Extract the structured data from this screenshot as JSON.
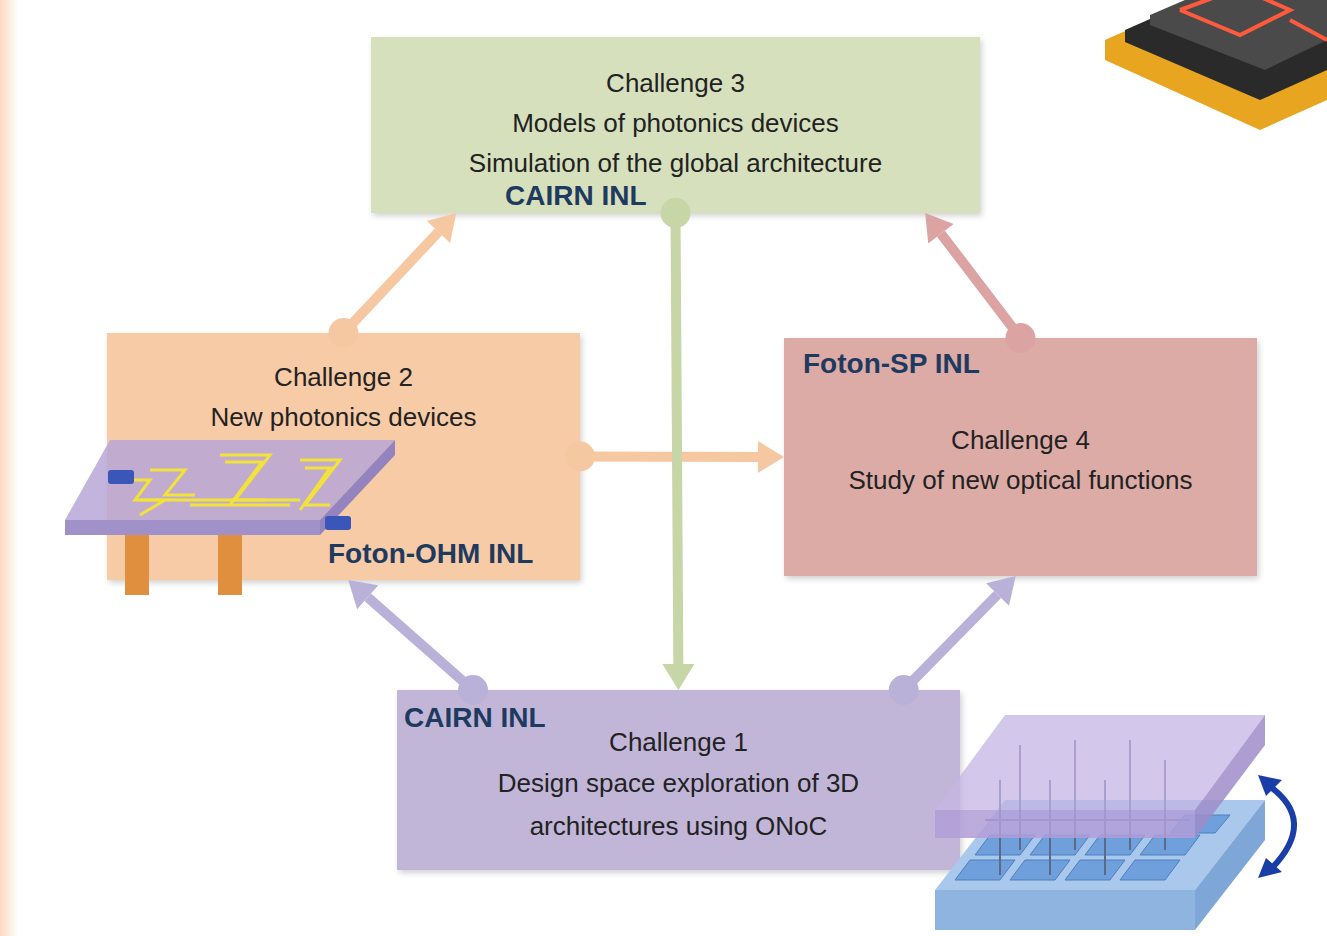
{
  "diagram": {
    "nodes": [
      {
        "text": [
          "Challenge 3",
          "Models of photonics devices",
          "Simulation of the global architecture",
          "CAIRN INL"
        ]
      },
      {
        "text": [
          "Challenge 2",
          "New photonics devices",
          "Foton-OHM INL"
        ]
      },
      {
        "text": [
          "Foton-SP INL",
          "Challenge 4",
          "Study of new optical functions"
        ]
      },
      {
        "text": [
          "CAIRN INL",
          "Challenge 1",
          "Design space exploration of 3D architectures using ONoC"
        ]
      }
    ],
    "edges": [
      {
        "from": 1,
        "to": 0,
        "arrow": "to"
      },
      {
        "from": 2,
        "to": 0,
        "arrow": "to"
      },
      {
        "from": 1,
        "to": 2,
        "arrow": "to"
      },
      {
        "from": 0,
        "to": 3,
        "arrow": "to"
      },
      {
        "from": 3,
        "to": 1,
        "arrow": "to"
      },
      {
        "from": 3,
        "to": 2,
        "arrow": "to"
      }
    ]
  }
}
